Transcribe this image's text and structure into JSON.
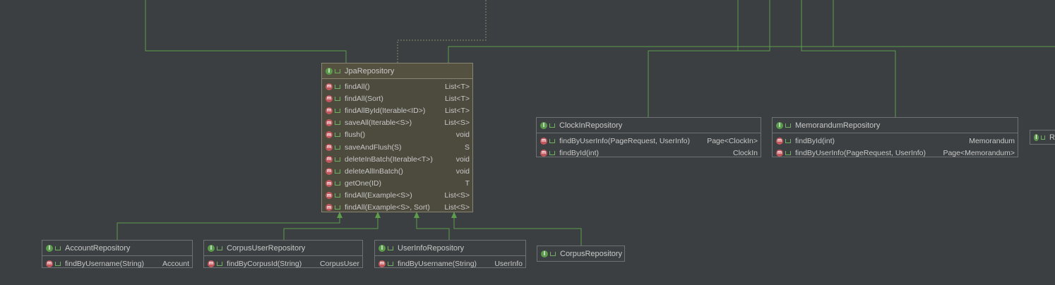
{
  "colors": {
    "background": "#3b3f41",
    "edge": "#5e9d4c",
    "interface_badge": "#5b9b4c",
    "method_badge": "#c2575d"
  },
  "icons": {
    "interface": "interface-icon",
    "method": "method-icon",
    "visibility": "public-visibility-icon"
  },
  "badges": {
    "interface_letter": "I",
    "method_letter": "m"
  },
  "nodes": {
    "jpa": {
      "title": "JpaRepository",
      "methods": [
        {
          "name": "findAll()",
          "type": "List<T>"
        },
        {
          "name": "findAll(Sort)",
          "type": "List<T>"
        },
        {
          "name": "findAllById(Iterable<ID>)",
          "type": "List<T>"
        },
        {
          "name": "saveAll(Iterable<S>)",
          "type": "List<S>"
        },
        {
          "name": "flush()",
          "type": "void"
        },
        {
          "name": "saveAndFlush(S)",
          "type": "S"
        },
        {
          "name": "deleteInBatch(Iterable<T>)",
          "type": "void"
        },
        {
          "name": "deleteAllInBatch()",
          "type": "void"
        },
        {
          "name": "getOne(ID)",
          "type": "T"
        },
        {
          "name": "findAll(Example<S>)",
          "type": "List<S>"
        },
        {
          "name": "findAll(Example<S>, Sort)",
          "type": "List<S>"
        }
      ]
    },
    "clockin": {
      "title": "ClockInRepository",
      "methods": [
        {
          "name": "findByUserInfo(PageRequest, UserInfo)",
          "type": "Page<ClockIn>"
        },
        {
          "name": "findById(int)",
          "type": "ClockIn"
        }
      ]
    },
    "memorandum": {
      "title": "MemorandumRepository",
      "methods": [
        {
          "name": "findById(int)",
          "type": "Memorandum"
        },
        {
          "name": "findByUserInfo(PageRequest, UserInfo)",
          "type": "Page<Memorandum>"
        }
      ]
    },
    "partial": {
      "title": "R"
    },
    "account": {
      "title": "AccountRepository",
      "methods": [
        {
          "name": "findByUsername(String)",
          "type": "Account"
        }
      ]
    },
    "corpususer": {
      "title": "CorpusUserRepository",
      "methods": [
        {
          "name": "findByCorpusId(String)",
          "type": "CorpusUser"
        }
      ]
    },
    "userinfo": {
      "title": "UserInfoRepository",
      "methods": [
        {
          "name": "findByUsername(String)",
          "type": "UserInfo"
        }
      ]
    },
    "corpus": {
      "title": "CorpusRepository"
    }
  }
}
